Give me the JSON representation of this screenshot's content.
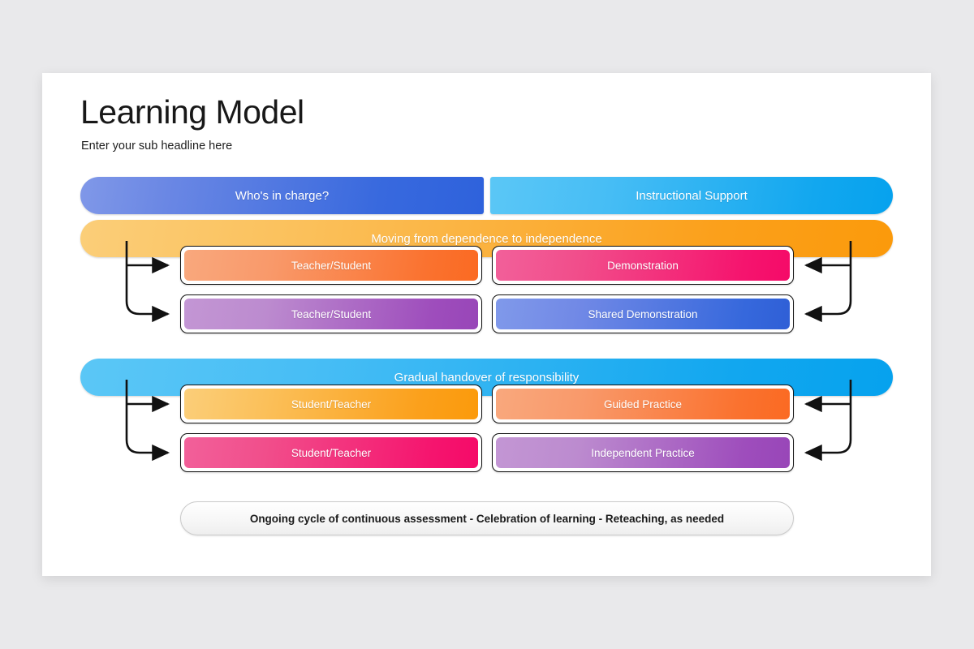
{
  "slide": {
    "title": "Learning Model",
    "subtitle": "Enter your sub headline here"
  },
  "bands": {
    "whos_in_charge": "Who's in charge?",
    "instructional_support": "Instructional Support",
    "moving": "Moving from dependence to independence",
    "gradual": "Gradual handover of responsibility"
  },
  "cards": {
    "left": [
      {
        "label": "Teacher/Student",
        "color": "#FA722F"
      },
      {
        "label": "Teacher/Student",
        "color": "#9E4DBC"
      },
      {
        "label": "Student/Teacher",
        "color": "#FBA01B"
      },
      {
        "label": "Student/Teacher",
        "color": "#F5146E"
      }
    ],
    "right": [
      {
        "label": "Demonstration",
        "color": "#F5146E"
      },
      {
        "label": "Shared Demonstration",
        "color": "#3668DC"
      },
      {
        "label": "Guided Practice",
        "color": "#FA722F"
      },
      {
        "label": "Independent Practice",
        "color": "#9E4DBC"
      }
    ]
  },
  "footer": {
    "cycle": "Ongoing cycle of continuous assessment  -  Celebration of learning  -  Reteaching, as needed"
  },
  "colors": {
    "page_background": "#e9e9eb",
    "slide_background": "#ffffff",
    "blue_accent": "#2E62DC",
    "cyan_accent": "#06A2EE",
    "orange_accent": "#FB9A0B",
    "pink_accent": "#F50A68",
    "purple_accent": "#9846B8",
    "connector_stroke": "#111111"
  }
}
